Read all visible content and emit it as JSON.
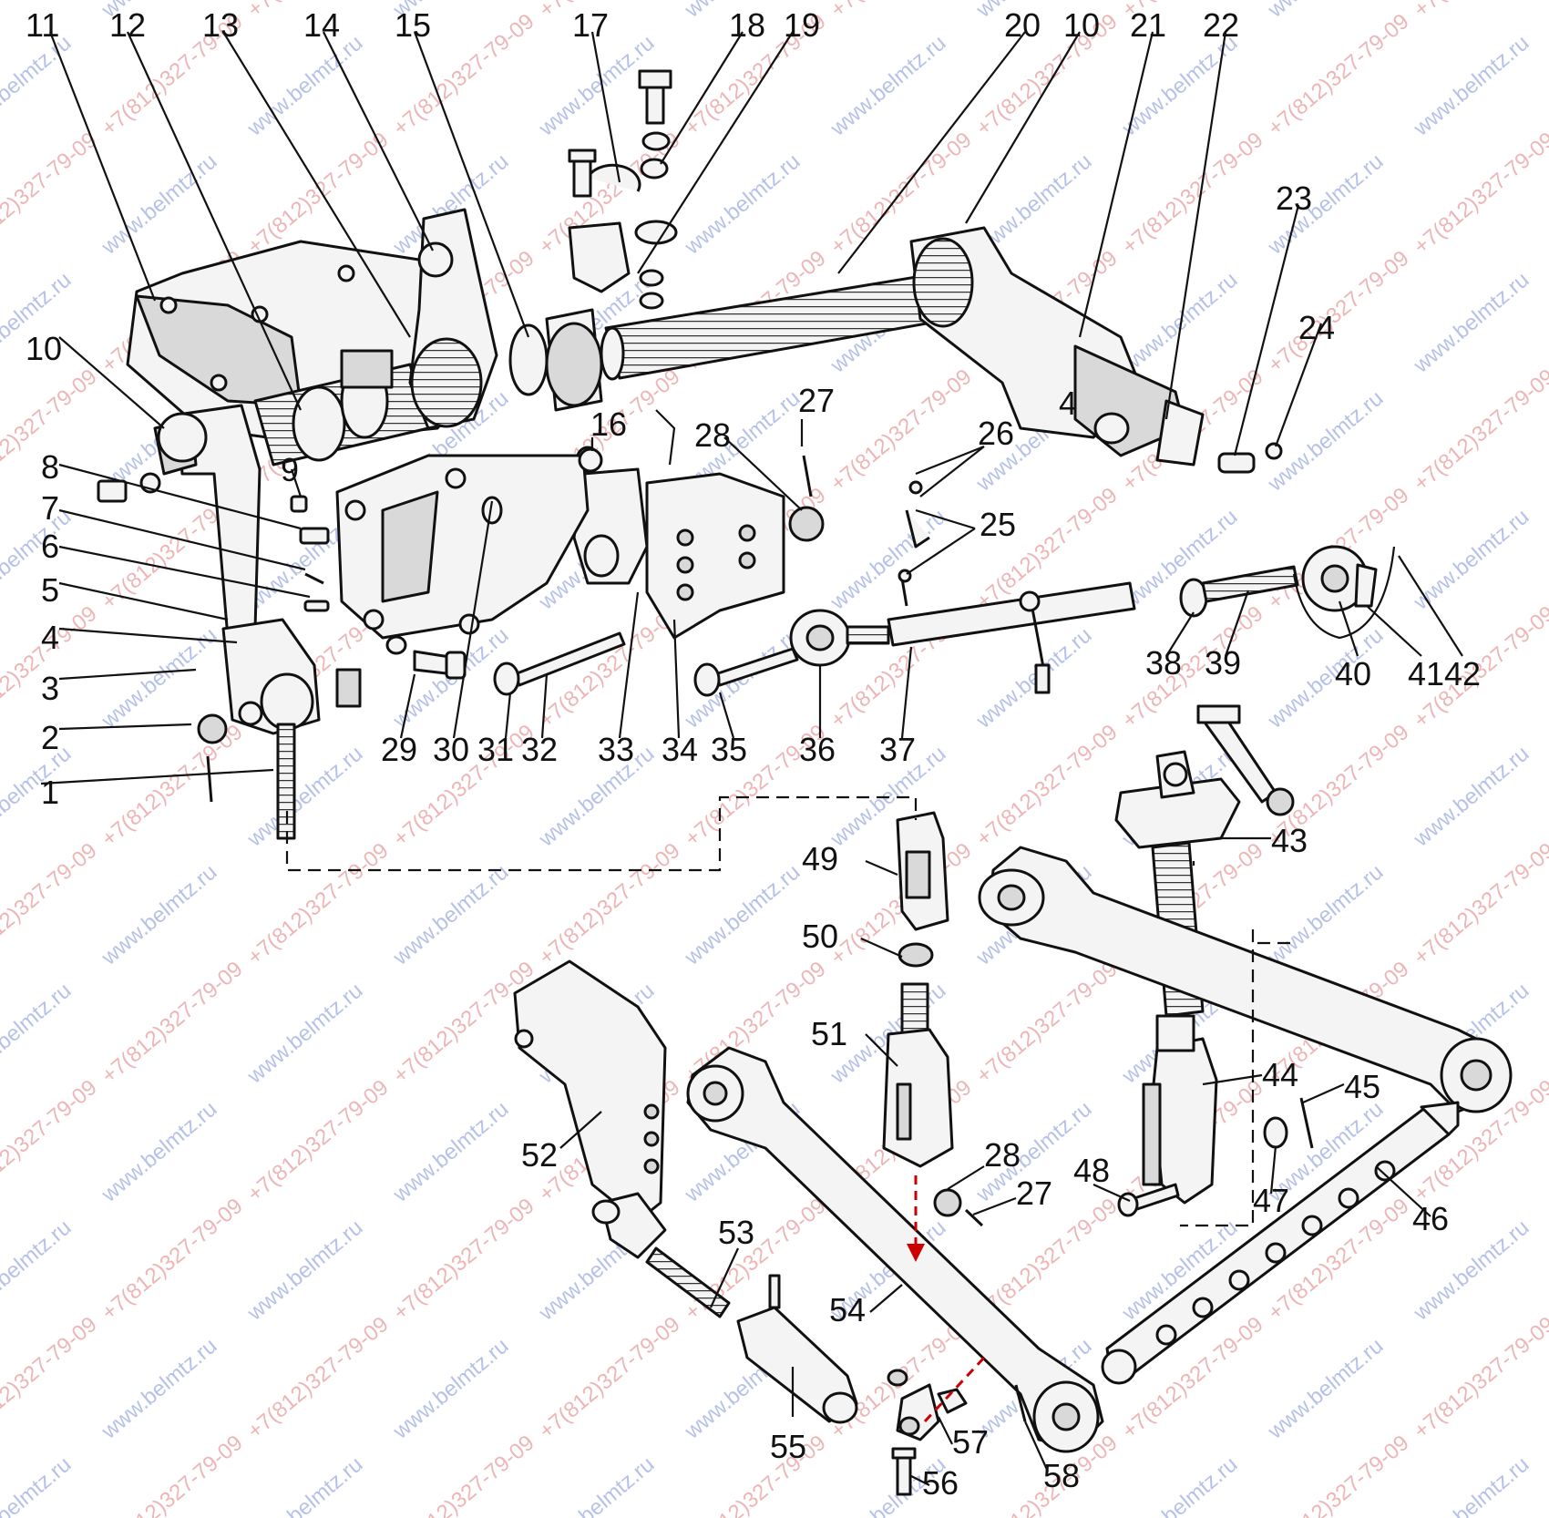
{
  "watermarks": {
    "site": "www.belmtz.ru",
    "phone": "+7(812)327-79-09"
  },
  "callouts": [
    {
      "id": "c1",
      "text": "1"
    },
    {
      "id": "c2",
      "text": "2"
    },
    {
      "id": "c3",
      "text": "3"
    },
    {
      "id": "c4a",
      "text": "4"
    },
    {
      "id": "c5",
      "text": "5"
    },
    {
      "id": "c6",
      "text": "6"
    },
    {
      "id": "c7",
      "text": "7"
    },
    {
      "id": "c8",
      "text": "8"
    },
    {
      "id": "c9",
      "text": "9"
    },
    {
      "id": "c10a",
      "text": "10"
    },
    {
      "id": "c11",
      "text": "11"
    },
    {
      "id": "c12",
      "text": "12"
    },
    {
      "id": "c13",
      "text": "13"
    },
    {
      "id": "c14",
      "text": "14"
    },
    {
      "id": "c15",
      "text": "15"
    },
    {
      "id": "c16",
      "text": "16"
    },
    {
      "id": "c17",
      "text": "17"
    },
    {
      "id": "c18",
      "text": "18"
    },
    {
      "id": "c19",
      "text": "19"
    },
    {
      "id": "c20",
      "text": "20"
    },
    {
      "id": "c10b",
      "text": "10"
    },
    {
      "id": "c21",
      "text": "21"
    },
    {
      "id": "c22",
      "text": "22"
    },
    {
      "id": "c23",
      "text": "23"
    },
    {
      "id": "c24",
      "text": "24"
    },
    {
      "id": "c4b",
      "text": "4"
    },
    {
      "id": "c27a",
      "text": "27"
    },
    {
      "id": "c28a",
      "text": "28"
    },
    {
      "id": "c26",
      "text": "26"
    },
    {
      "id": "c25",
      "text": "25"
    },
    {
      "id": "c29",
      "text": "29"
    },
    {
      "id": "c30",
      "text": "30"
    },
    {
      "id": "c31",
      "text": "31"
    },
    {
      "id": "c32",
      "text": "32"
    },
    {
      "id": "c33",
      "text": "33"
    },
    {
      "id": "c34",
      "text": "34"
    },
    {
      "id": "c35",
      "text": "35"
    },
    {
      "id": "c36",
      "text": "36"
    },
    {
      "id": "c37",
      "text": "37"
    },
    {
      "id": "c38",
      "text": "38"
    },
    {
      "id": "c39",
      "text": "39"
    },
    {
      "id": "c40",
      "text": "40"
    },
    {
      "id": "c41",
      "text": "41"
    },
    {
      "id": "c42",
      "text": "42"
    },
    {
      "id": "c43",
      "text": "43"
    },
    {
      "id": "c49",
      "text": "49"
    },
    {
      "id": "c50",
      "text": "50"
    },
    {
      "id": "c51",
      "text": "51"
    },
    {
      "id": "c44",
      "text": "44"
    },
    {
      "id": "c45",
      "text": "45"
    },
    {
      "id": "c52",
      "text": "52"
    },
    {
      "id": "c28b",
      "text": "28"
    },
    {
      "id": "c27b",
      "text": "27"
    },
    {
      "id": "c48",
      "text": "48"
    },
    {
      "id": "c47",
      "text": "47"
    },
    {
      "id": "c46",
      "text": "46"
    },
    {
      "id": "c53",
      "text": "53"
    },
    {
      "id": "c54",
      "text": "54"
    },
    {
      "id": "c55",
      "text": "55"
    },
    {
      "id": "c57",
      "text": "57"
    },
    {
      "id": "c56",
      "text": "56"
    },
    {
      "id": "c58",
      "text": "58"
    }
  ]
}
